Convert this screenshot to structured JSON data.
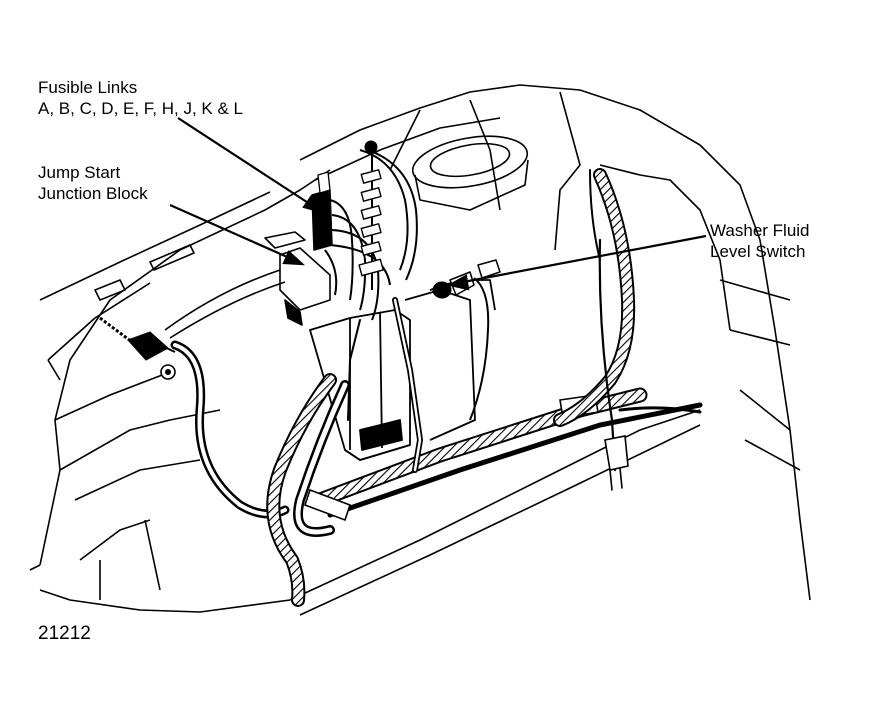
{
  "labels": {
    "fusible_links": {
      "line1": "Fusible Links",
      "line2": "A, B, C, D, E, F, H, J, K & L"
    },
    "jump_start": {
      "line1": "Jump Start",
      "line2": "Junction Block"
    },
    "washer_fluid": {
      "line1": "Washer Fluid",
      "line2": "Level Switch"
    }
  },
  "figure_number": "21212",
  "colors": {
    "ink": "#000000",
    "paper": "#ffffff"
  }
}
